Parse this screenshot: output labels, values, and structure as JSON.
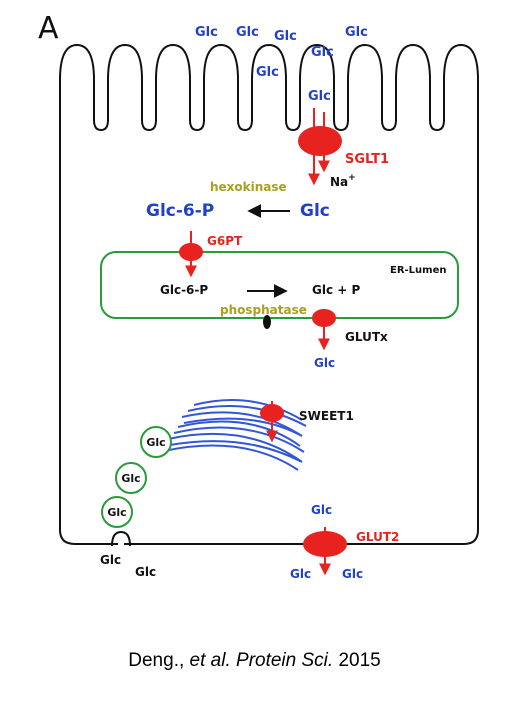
{
  "panel_letter": "A",
  "colors": {
    "transporter": "#e8231f",
    "glucose": "#2140c8",
    "enzyme": "#a9a020",
    "er_membrane": "#2a9a3a",
    "golgi": "#3257d6",
    "outline": "#111111"
  },
  "glc": "Glc",
  "sglt1": {
    "label": "SGLT1",
    "ion": "Na",
    "ion_charge": "+"
  },
  "hexokinase": {
    "label": "hexokinase"
  },
  "reaction": {
    "product": "Glc-6-P",
    "substrate": "Glc"
  },
  "g6pt": {
    "label": "G6PT"
  },
  "er": {
    "label": "ER-Lumen",
    "substrate": "Glc-6-P",
    "products": "Glc + P",
    "enzyme": "phosphatase"
  },
  "glutx": {
    "label": "GLUTx"
  },
  "sweet1": {
    "label": "SWEET1"
  },
  "glut2": {
    "label": "GLUT2"
  },
  "caption": {
    "author": "Deng., ",
    "etal": "et al.",
    "journal": "Protein Sci.",
    "year": " 2015"
  }
}
